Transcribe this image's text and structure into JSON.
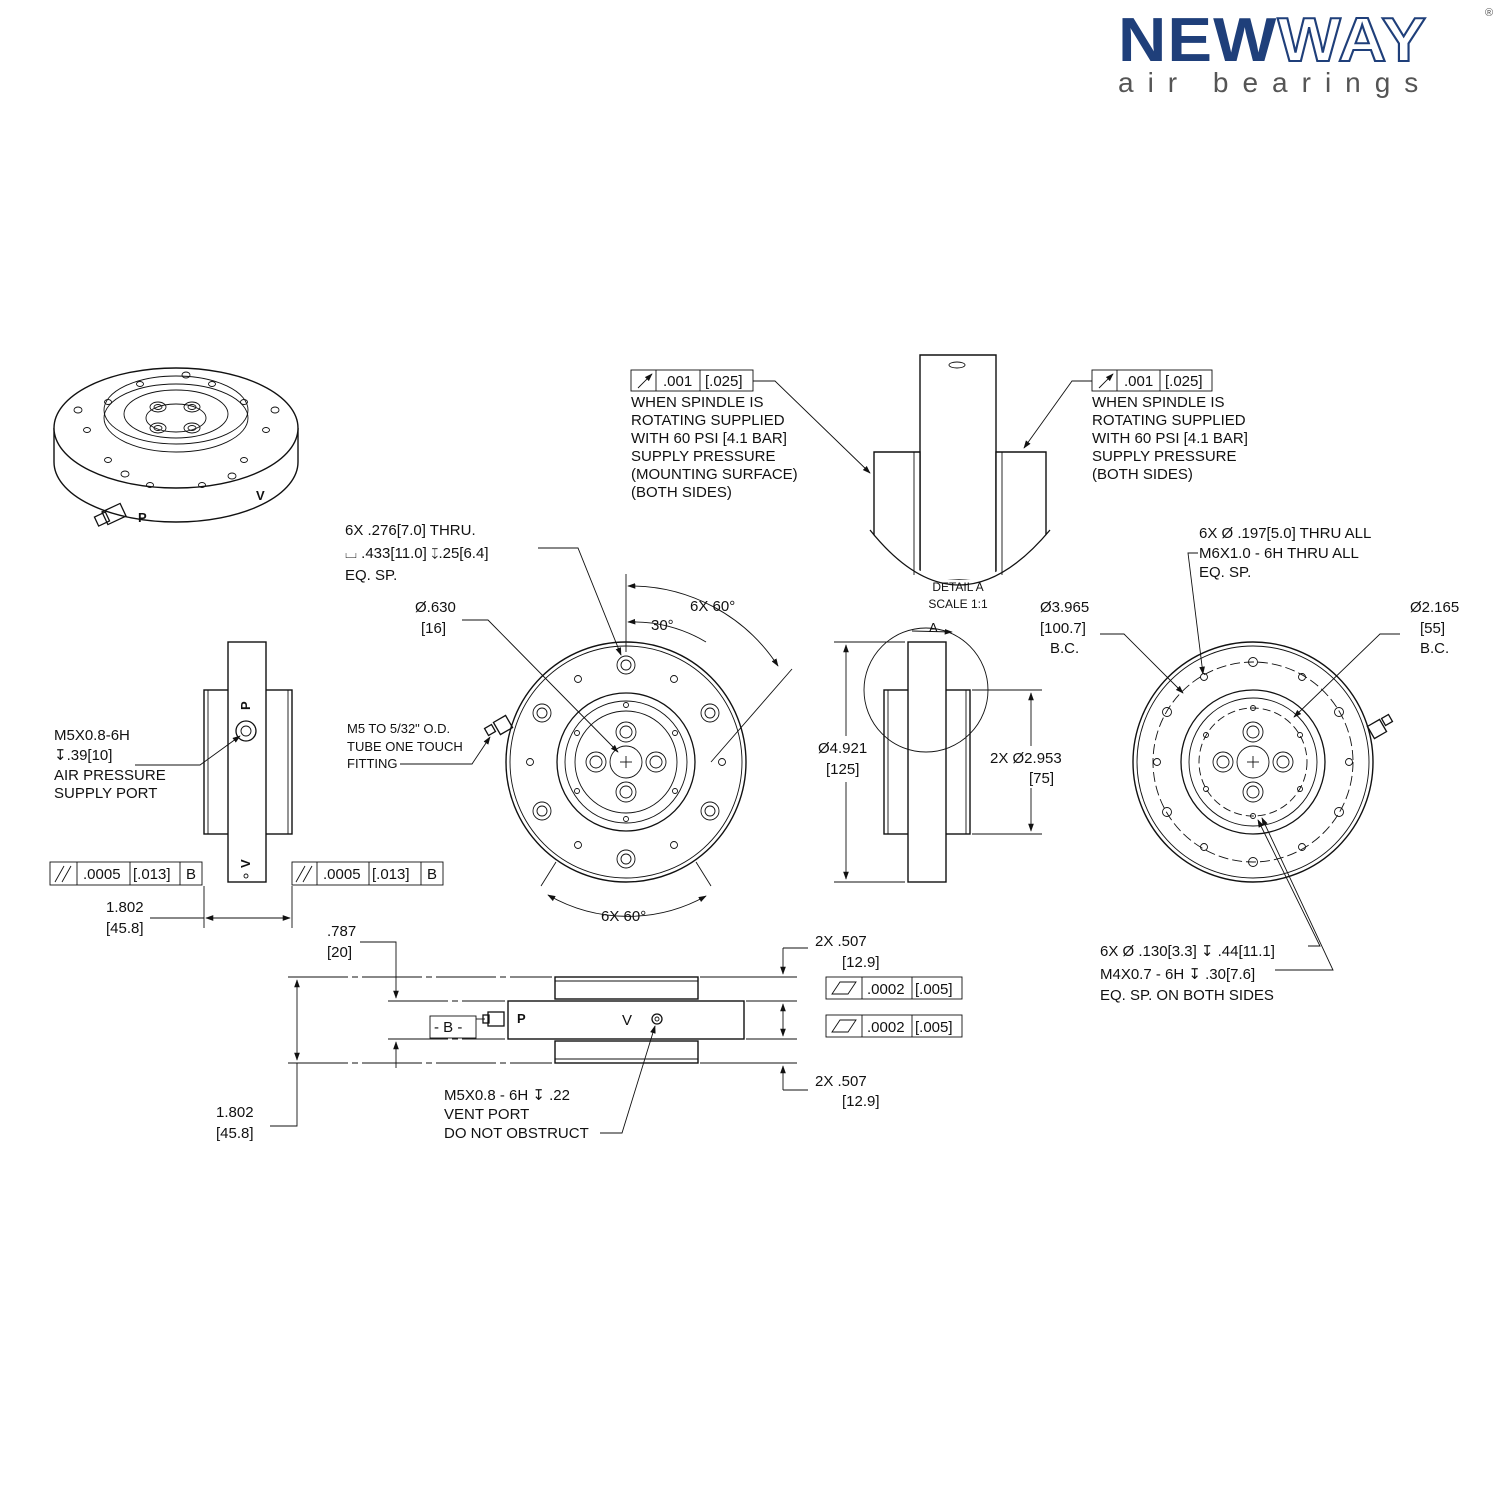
{
  "logo": {
    "brand_new": "NEW",
    "brand_way": "WAY",
    "registered": "®",
    "tagline": "air bearings"
  },
  "iso_view": {
    "label_p": "P",
    "label_v": "V"
  },
  "detail": {
    "tol_left": {
      "value": ".001",
      "metric": "[.025]"
    },
    "note_left": [
      "WHEN SPINDLE IS",
      "ROTATING SUPPLIED",
      "WITH 60 PSI [4.1 BAR]",
      "SUPPLY  PRESSURE",
      "(MOUNTING SURFACE)",
      "(BOTH SIDES)"
    ],
    "tol_right": {
      "value": ".001",
      "metric": "[.025]"
    },
    "note_right": [
      "WHEN SPINDLE IS",
      "ROTATING SUPPLIED",
      "WITH 60 PSI [4.1 BAR]",
      "SUPPLY  PRESSURE",
      "(BOTH SIDES)"
    ],
    "label": "DETAIL A",
    "scale": "SCALE 1:1"
  },
  "side_view": {
    "port_note": [
      "M5X0.8-6H",
      "↧.39[10]",
      "AIR PRESSURE",
      "SUPPLY PORT"
    ],
    "port_label": "P",
    "vent_label": "V",
    "fcf_left": {
      "value": ".0005",
      "metric": "[.013]",
      "datum": "B"
    },
    "fcf_right": {
      "value": ".0005",
      "metric": "[.013]",
      "datum": "B"
    },
    "width": [
      "1.802",
      "[45.8]"
    ]
  },
  "front_view": {
    "holes_note": [
      "6X  .276[7.0]  THRU.",
      "⌴ .433[11.0]  ↧.25[6.4]",
      "EQ. SP."
    ],
    "bore": [
      "Ø.630",
      "[16]"
    ],
    "angle_top": "6X 60°",
    "angle_30": "30°",
    "angle_bottom": "6X 60°",
    "fitting_note": [
      "M5 TO 5/32\" O.D.",
      "TUBE ONE TOUCH",
      "FITTING"
    ]
  },
  "section_view": {
    "od": [
      "Ø4.921",
      "[125]"
    ],
    "id": [
      "2X  Ø2.953",
      "[75]"
    ],
    "detail_ref": "A"
  },
  "rear_view": {
    "holes_note": [
      "6X  Ø  .197[5.0]  THRU ALL",
      "M6X1.0 - 6H THRU ALL",
      "EQ. SP."
    ],
    "bc_large": [
      "Ø3.965",
      "[100.7]",
      "B.C."
    ],
    "bc_small": [
      "Ø2.165",
      "[55]",
      "B.C."
    ],
    "tapped_note": [
      "6X  Ø  .130[3.3]  ↧ .44[11.1]",
      "M4X0.7 - 6H ↧ .30[7.6]",
      "EQ. SP. ON BOTH SIDES"
    ]
  },
  "bottom_view": {
    "dim_787": [
      ".787",
      "[20]"
    ],
    "height": [
      "1.802",
      "[45.8]"
    ],
    "dim_507_top": [
      "2X  .507",
      "[12.9]"
    ],
    "dim_507_bottom": [
      "2X  .507",
      "[12.9]"
    ],
    "fcf_top": {
      "value": ".0002",
      "metric": "[.005]"
    },
    "fcf_bottom": {
      "value": ".0002",
      "metric": "[.005]"
    },
    "datum": "- B -",
    "label_p": "P",
    "label_v": "V",
    "vent_note": [
      "M5X0.8 - 6H ↧ .22",
      "VENT PORT",
      "DO NOT OBSTRUCT"
    ]
  }
}
